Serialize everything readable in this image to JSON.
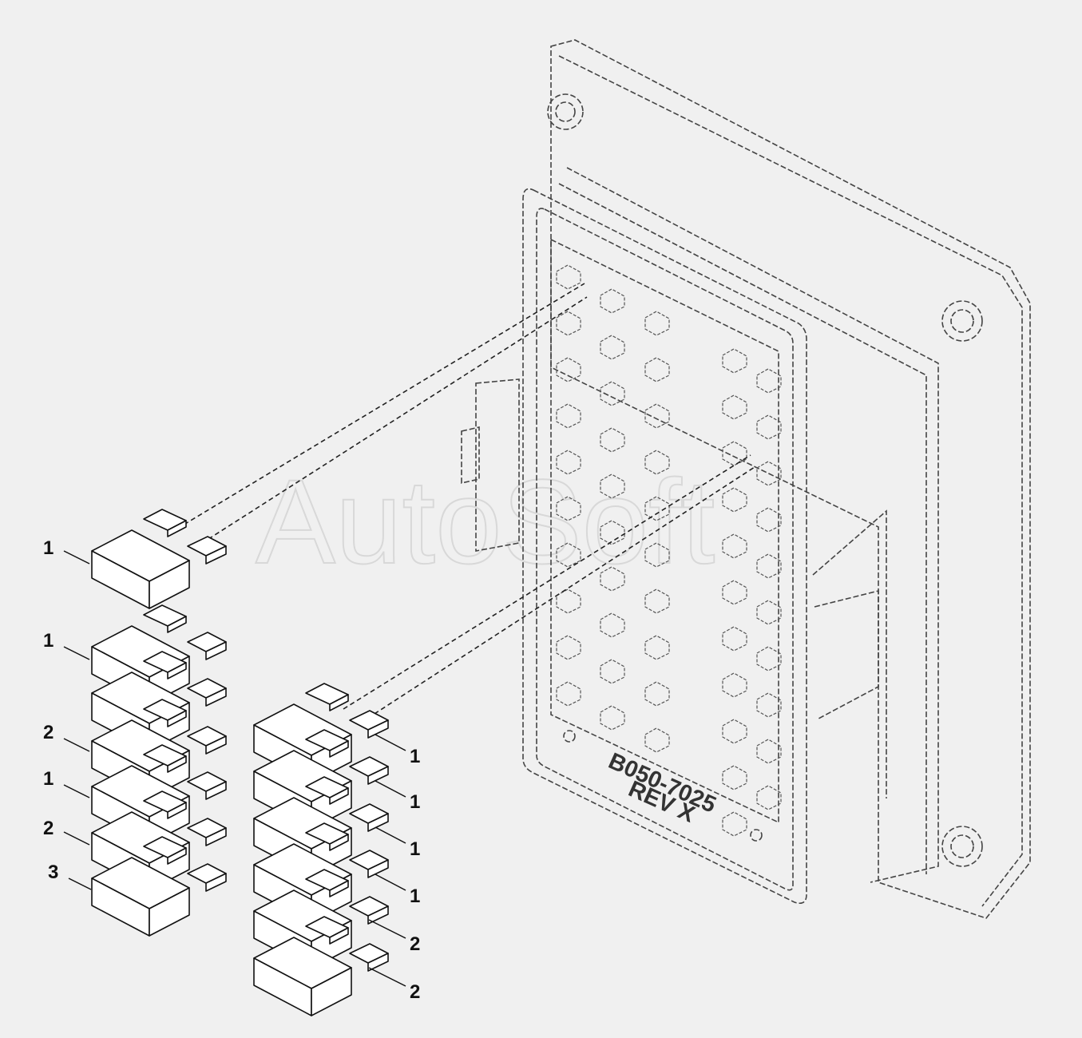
{
  "panel": {
    "part_number": "B050-7025",
    "revision": "REV  X"
  },
  "watermark": "AutoSoft",
  "callouts": {
    "top_single": "1",
    "left_stack": [
      "1",
      "2",
      "1",
      "2",
      "3"
    ],
    "right_stack": [
      "1",
      "1",
      "1",
      "1",
      "2",
      "2"
    ]
  },
  "colors": {
    "background": "#f0f0f0",
    "line": "#111111",
    "panel_line": "#444444",
    "watermark": "#d8d8d8"
  }
}
